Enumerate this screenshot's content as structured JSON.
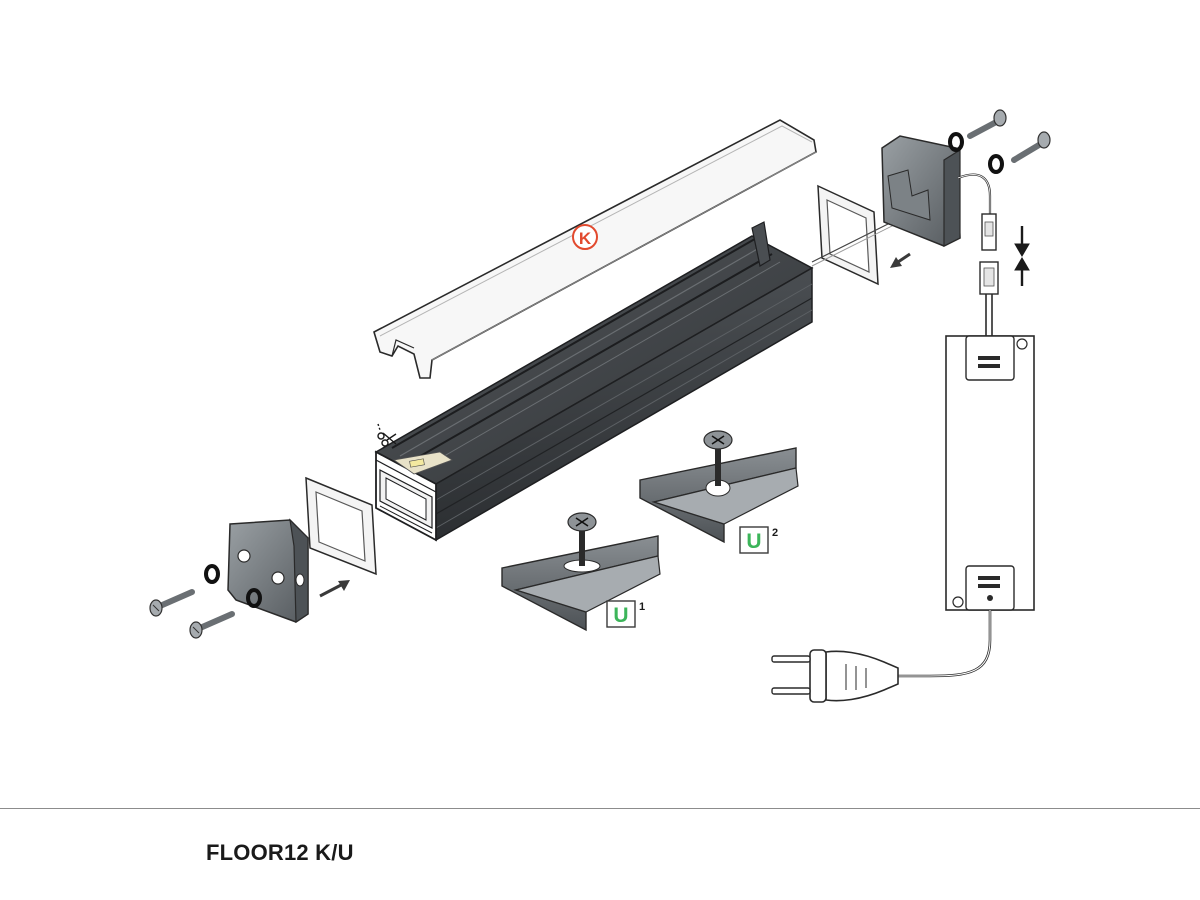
{
  "diagram": {
    "labels": {
      "cover": "K",
      "mount_clip_a": "U",
      "mount_clip_a_index": "1",
      "mount_clip_b": "U",
      "mount_clip_b_index": "2"
    },
    "colors": {
      "cover_label": "#e24a2e",
      "mount_label": "#3cb55a",
      "profile": "#3a3d40",
      "cap": "#6f7478",
      "gasket": "#f4f4f4",
      "outline": "#2a2a2a"
    }
  },
  "footer": {
    "product_name": "FLOOR12 K/U"
  }
}
